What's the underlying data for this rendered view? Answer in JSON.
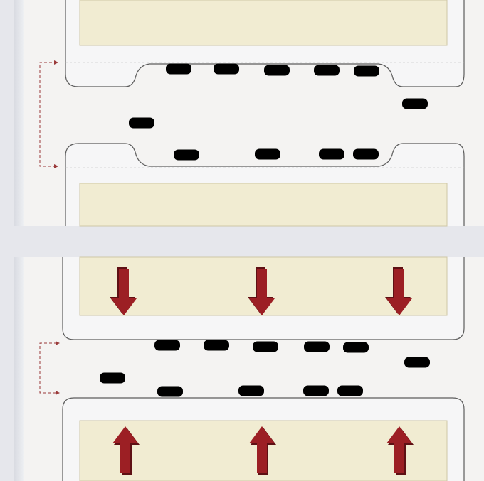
{
  "colors": {
    "background": "#e6e7ec",
    "street": "#f4f3f2",
    "sidewalk": "#f4f4f5",
    "curb_line": "#5c5c5c",
    "lot_fill": "#f1ecd2",
    "lot_stroke": "#cfc7a6",
    "dashed_dimension": "#9a3a3a",
    "arrow": "#9c1f24",
    "car_outline": "#5a5a5a"
  },
  "panels": [
    {
      "name": "panel-top",
      "variant": "curb-extensions",
      "parked_cars_top_lane": 5,
      "parked_cars_bottom_lane": 4,
      "moving_cars": 2,
      "building_arrows": 0
    },
    {
      "name": "panel-bottom",
      "variant": "straight-curbs-with-setback-arrows",
      "parked_cars_top_lane": 5,
      "parked_cars_bottom_lane": 4,
      "moving_cars": 2,
      "building_arrows": 6,
      "arrow_icon": "red-arrow-icon"
    }
  ]
}
